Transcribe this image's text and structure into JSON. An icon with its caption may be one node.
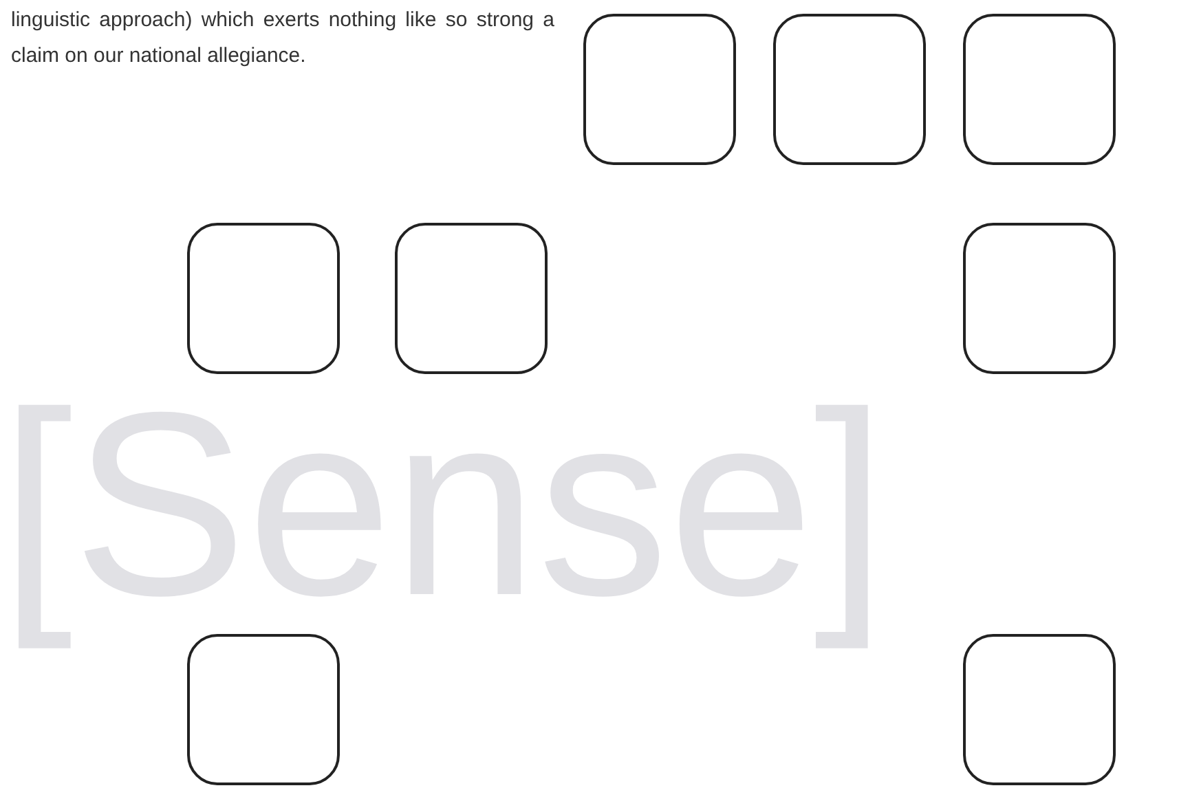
{
  "diagram": {
    "nodes": [
      {
        "text": [],
        "shape": "box"
      },
      {
        "text": [],
        "shape": "box"
      },
      {
        "text": [],
        "shape": "box"
      },
      {
        "text": [],
        "shape": "box"
      },
      {
        "text": [],
        "shape": "box"
      },
      {
        "text": [],
        "shape": "box"
      },
      {
        "text": [],
        "shape": "box"
      },
      {
        "text": [],
        "shape": "box"
      }
    ],
    "labels": [
      "linguistic approach) which exerts nothing like so strong a claim on our national allegiance.",
      "[Sense]"
    ]
  }
}
